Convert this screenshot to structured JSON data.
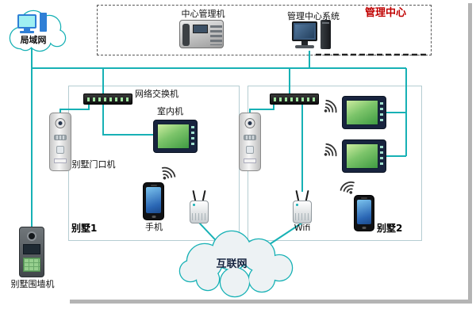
{
  "colors": {
    "wire_teal": "#17b1b5",
    "management_title_red": "#c00000",
    "villa_box_border": "#b5cdd2",
    "indoor_screen_green": "#5aa84f",
    "lan_computer_blue": "#2f7fd6"
  },
  "lan": {
    "label": "局域网"
  },
  "management": {
    "title": "管理中心",
    "center_phone_label": "中心管理机",
    "system_label": "管理中心系统"
  },
  "villa1": {
    "title": "别墅1",
    "switch_label": "网络交换机",
    "indoor_unit_label": "室内机",
    "door_station_label": "别墅门口机",
    "mobile_label": "手机"
  },
  "villa2": {
    "title": "别墅2",
    "wifi_label": "Wifi"
  },
  "wall_station_label": "别墅围墙机",
  "internet_label": "互联网"
}
